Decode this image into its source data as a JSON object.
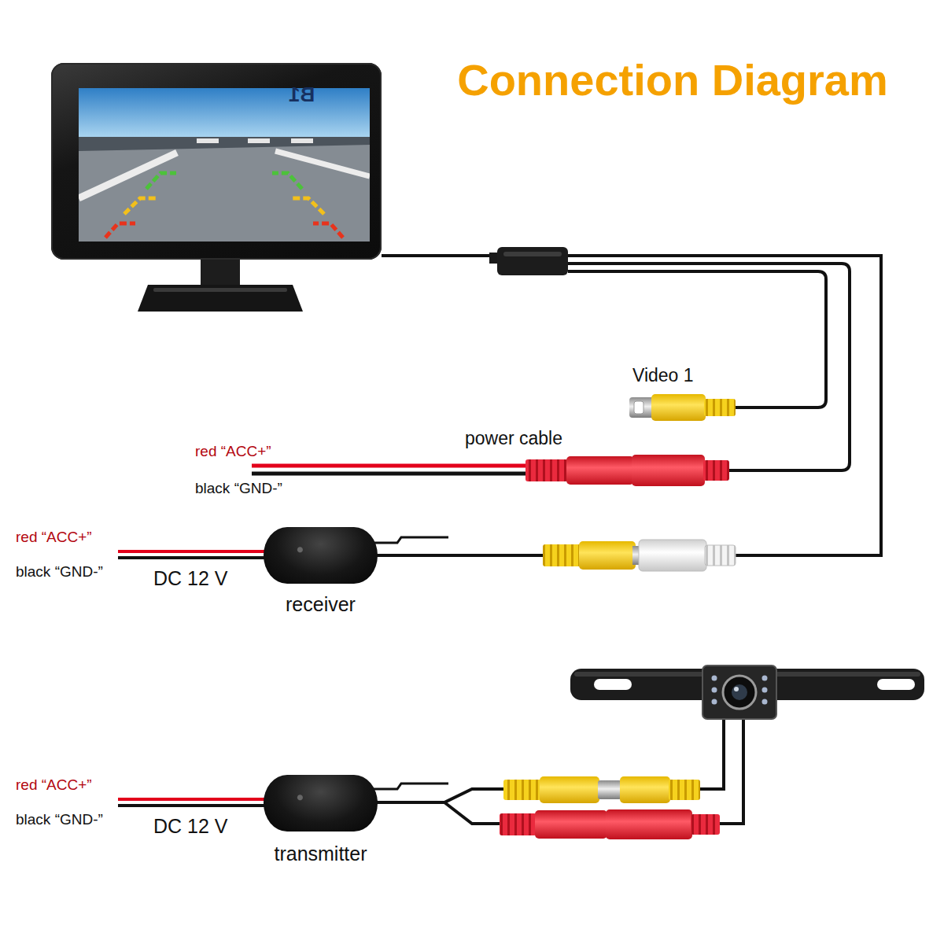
{
  "diagram": {
    "title": "Connection Diagram",
    "nodes": [
      {
        "text": [
          "B1"
        ]
      },
      {
        "text": [
          "receiver"
        ]
      },
      {
        "text": [
          "transmitter"
        ]
      }
    ],
    "edges": [
      {
        "from": 0,
        "to": 1,
        "arrow": "none"
      }
    ],
    "labels": [
      "Video 1",
      "power cable",
      "red “ACC+”",
      "black “GND-”",
      "red “ACC+”",
      "black “GND-”",
      "DC 12 V",
      "red “ACC+”",
      "black “GND-”",
      "DC 12 V"
    ]
  }
}
